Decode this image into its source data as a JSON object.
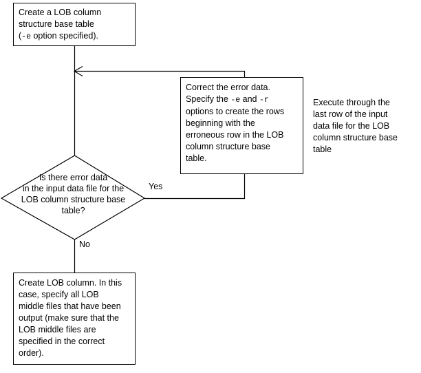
{
  "diagram": {
    "title": "LOB column structure base table creation flow",
    "line_color": "#000000",
    "background_color": "#ffffff",
    "text_color": "#000000"
  },
  "nodes": {
    "create_base_table": {
      "shape": "process-box",
      "text": "Create a LOB column structure base table (-e option specified)."
    },
    "correct_error_data": {
      "shape": "process-box",
      "text": "Correct the error data. Specify the -e and -r options to create the rows beginning with the erroneous row in the LOB column structure base table."
    },
    "decision_error_data": {
      "shape": "diamond",
      "text": "Is there error data in the input data file for the LOB column structure base table?"
    },
    "create_lob_column": {
      "shape": "process-box",
      "text": "Create LOB column. In this case, specify all LOB middle files that have been output (make sure that the LOB middle files are specified in the correct order)."
    }
  },
  "annotations": {
    "loop_note": "Execute through the last row of the input data file for the LOB column structure base table"
  },
  "edges": {
    "yes_label": "Yes",
    "no_label": "No"
  }
}
